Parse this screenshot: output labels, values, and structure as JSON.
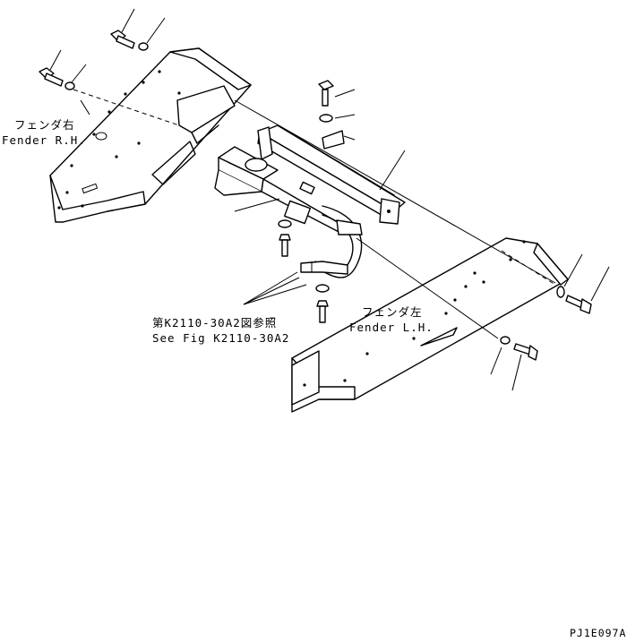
{
  "labels": {
    "fender_rh_jp": "フェンダ右",
    "fender_rh_en": "Fender R.H.",
    "fender_lh_jp": "フェンダ左",
    "fender_lh_en": "Fender L.H.",
    "ref_jp": "第K2110-30A2図参照",
    "ref_en": "See Fig K2110-30A2",
    "drawing_code": "PJ1E097A"
  }
}
